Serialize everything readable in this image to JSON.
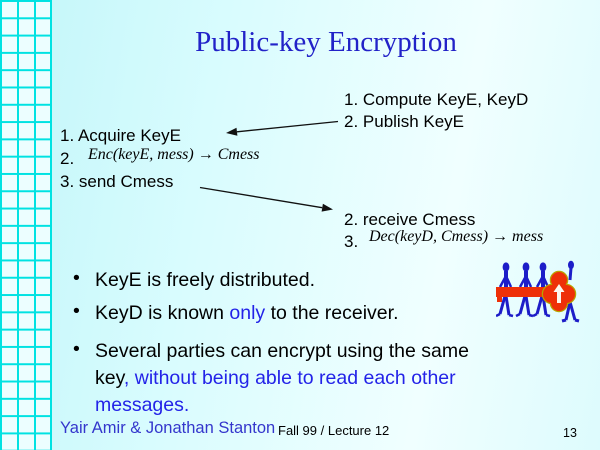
{
  "slide": {
    "title": "Public-key Encryption",
    "receiver_steps_top": {
      "line1": "1. Compute KeyE, KeyD",
      "line2": "2. Publish KeyE"
    },
    "sender_steps": {
      "line1": "1. Acquire KeyE",
      "line2_number": "2.",
      "line2_math": "Enc(keyE, mess) → Cmess",
      "line3": "3. send Cmess"
    },
    "receiver_steps_bottom": {
      "line1": "2. receive Cmess",
      "line2_number": "3.",
      "line2_math": "Dec(keyD, Cmess) → mess"
    },
    "bullets": {
      "bullet_char": "•",
      "b1": {
        "segments": [
          {
            "text": "KeyE is freely distributed.",
            "color": "black"
          }
        ]
      },
      "b2": {
        "segments": [
          {
            "text": "KeyD is known ",
            "color": "black"
          },
          {
            "text": "only",
            "color": "blue"
          },
          {
            "text": " to the receiver.",
            "color": "black"
          }
        ]
      },
      "b3": {
        "lines": [
          {
            "segments": [
              {
                "text": "Several parties can encrypt using the same",
                "color": "black"
              }
            ]
          },
          {
            "segments": [
              {
                "text": "key",
                "color": "black"
              },
              {
                "text": ", without being able to read each other",
                "color": "blue"
              }
            ]
          },
          {
            "segments": [
              {
                "text": "messages.",
                "color": "blue"
              }
            ]
          }
        ]
      }
    },
    "footer": {
      "authors": "Yair Amir & Jonathan Stanton",
      "course": "Fall 99 / Lecture 12",
      "page_number": "13"
    },
    "icons": {
      "clipart": "people-carrying-key-icon"
    },
    "colors": {
      "background_cyan": "#c2f6f9",
      "grid_line": "#00e2e2",
      "title_blue": "#2222c8",
      "highlight_blue": "#2323e8",
      "footer_blue": "#3436cc",
      "key_red": "#ee3008",
      "key_outline_olive": "#b9a300",
      "figure_blue": "#1d1dc8",
      "text_black": "#000000"
    }
  }
}
